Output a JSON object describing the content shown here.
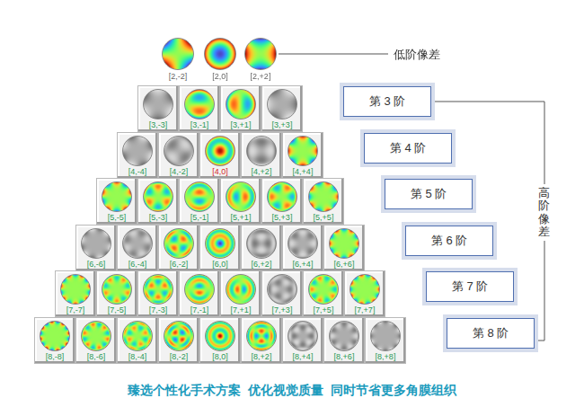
{
  "diagram": {
    "caption": "臻选个性化手术方案  优化视觉质量  同时节省更多角膜组织",
    "nodes": [
      {
        "text": [
          "[3,-3]"
        ]
      },
      {
        "text": [
          "[3,-1]"
        ]
      },
      {
        "text": [
          "[3,+1]"
        ]
      },
      {
        "text": [
          "[3,+3]"
        ]
      },
      {
        "text": [
          "第 3 阶"
        ]
      },
      {
        "text": [
          "[4,-4]"
        ]
      },
      {
        "text": [
          "[4,-2]"
        ]
      },
      {
        "text": [
          "[4,0]"
        ]
      },
      {
        "text": [
          "[4,+2]"
        ]
      },
      {
        "text": [
          "[4,+4]"
        ]
      },
      {
        "text": [
          "第 4 阶"
        ]
      },
      {
        "text": [
          "[5,-5]"
        ]
      },
      {
        "text": [
          "[5,-3]"
        ]
      },
      {
        "text": [
          "[5,-1]"
        ]
      },
      {
        "text": [
          "[5,+1]"
        ]
      },
      {
        "text": [
          "[5,+3]"
        ]
      },
      {
        "text": [
          "[5,+5]"
        ]
      },
      {
        "text": [
          "第 5 阶"
        ]
      },
      {
        "text": [
          "[6,-6]"
        ]
      },
      {
        "text": [
          "[6,-4]"
        ]
      },
      {
        "text": [
          "[6,-2]"
        ]
      },
      {
        "text": [
          "[6,0]"
        ]
      },
      {
        "text": [
          "[6,+2]"
        ]
      },
      {
        "text": [
          "[6,+4]"
        ]
      },
      {
        "text": [
          "[6,+6]"
        ]
      },
      {
        "text": [
          "第 6 阶"
        ]
      },
      {
        "text": [
          "[7,-7]"
        ]
      },
      {
        "text": [
          "[7,-5]"
        ]
      },
      {
        "text": [
          "[7,-3]"
        ]
      },
      {
        "text": [
          "[7,-1]"
        ]
      },
      {
        "text": [
          "[7,+1]"
        ]
      },
      {
        "text": [
          "[7,+3]"
        ]
      },
      {
        "text": [
          "[7,+5]"
        ]
      },
      {
        "text": [
          "[7,+7]"
        ]
      },
      {
        "text": [
          "第 7 阶"
        ]
      },
      {
        "text": [
          "[8,-8]"
        ]
      },
      {
        "text": [
          "[8,-6]"
        ]
      },
      {
        "text": [
          "[8,-4]"
        ]
      },
      {
        "text": [
          "[8,-2]"
        ]
      },
      {
        "text": [
          "[8,0]"
        ]
      },
      {
        "text": [
          "[8,+2]"
        ]
      },
      {
        "text": [
          "[8,+4]"
        ]
      },
      {
        "text": [
          "[8,+6]"
        ]
      },
      {
        "text": [
          "[8,+8]"
        ]
      },
      {
        "text": [
          "第 8 阶"
        ]
      }
    ],
    "labels": [
      "[2,-2]",
      "[2,0]",
      "[2,+2]",
      "低阶像差",
      "高阶像差"
    ]
  }
}
